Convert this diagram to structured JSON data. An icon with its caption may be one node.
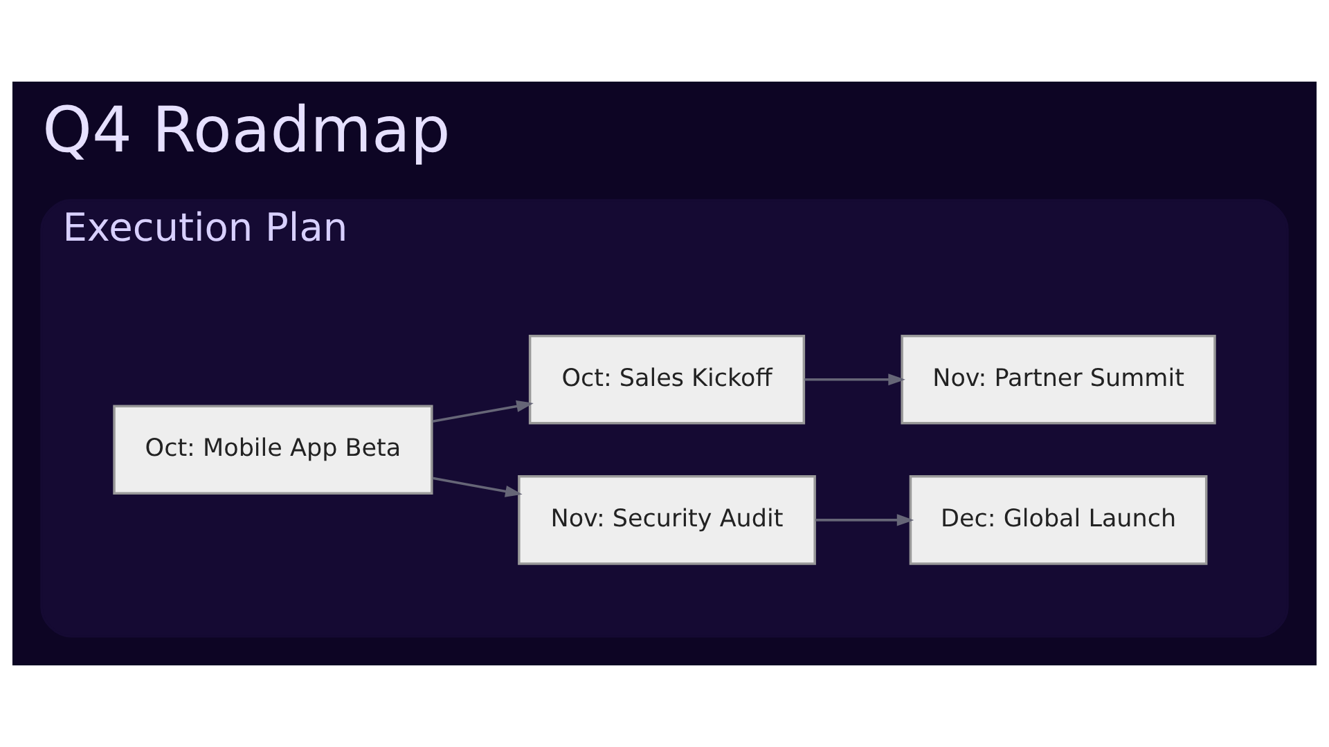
{
  "diagram": {
    "title": "Q4 Roadmap",
    "nodes": [
      {
        "text": [
          "Execution Plan"
        ]
      },
      {
        "text": [
          "Oct: Mobile App Beta"
        ],
        "in": 0
      },
      {
        "text": [
          "Nov: Security Audit"
        ],
        "in": 0
      },
      {
        "text": [
          "Dec: Global Launch"
        ],
        "in": 0
      },
      {
        "text": [
          "Oct: Sales Kickoff"
        ],
        "in": 0
      },
      {
        "text": [
          "Nov: Partner Summit"
        ],
        "in": 0
      }
    ],
    "edges": [
      {
        "from": 1,
        "to": 2,
        "arrow": "to"
      },
      {
        "from": 2,
        "to": 3,
        "arrow": "to"
      },
      {
        "from": 1,
        "to": 4,
        "arrow": "to"
      },
      {
        "from": 4,
        "to": 5,
        "arrow": "to"
      }
    ]
  }
}
